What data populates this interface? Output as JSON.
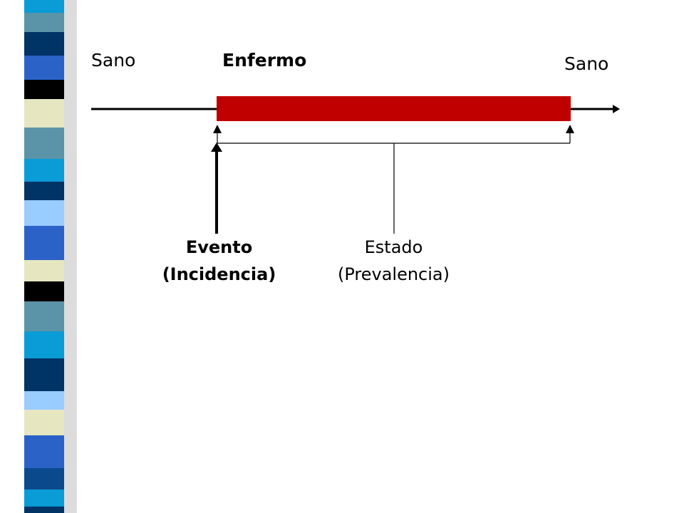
{
  "diagram": {
    "states": {
      "healthy_before": "Sano",
      "sick": "Enfermo",
      "healthy_after": "Sano"
    },
    "event_label": {
      "line1": "Evento",
      "line2": "(Incidencia)"
    },
    "state_label": {
      "line1": "Estado",
      "line2": "(Prevalencia)"
    },
    "colors": {
      "illness_bar": "#c00000",
      "stripe_palette": [
        "#2a62c8",
        "#5b93a8",
        "#003366",
        "#e6e6c0",
        "#000000",
        "#0a9cd6",
        "#99ccff",
        "#0a4a8c"
      ]
    }
  }
}
